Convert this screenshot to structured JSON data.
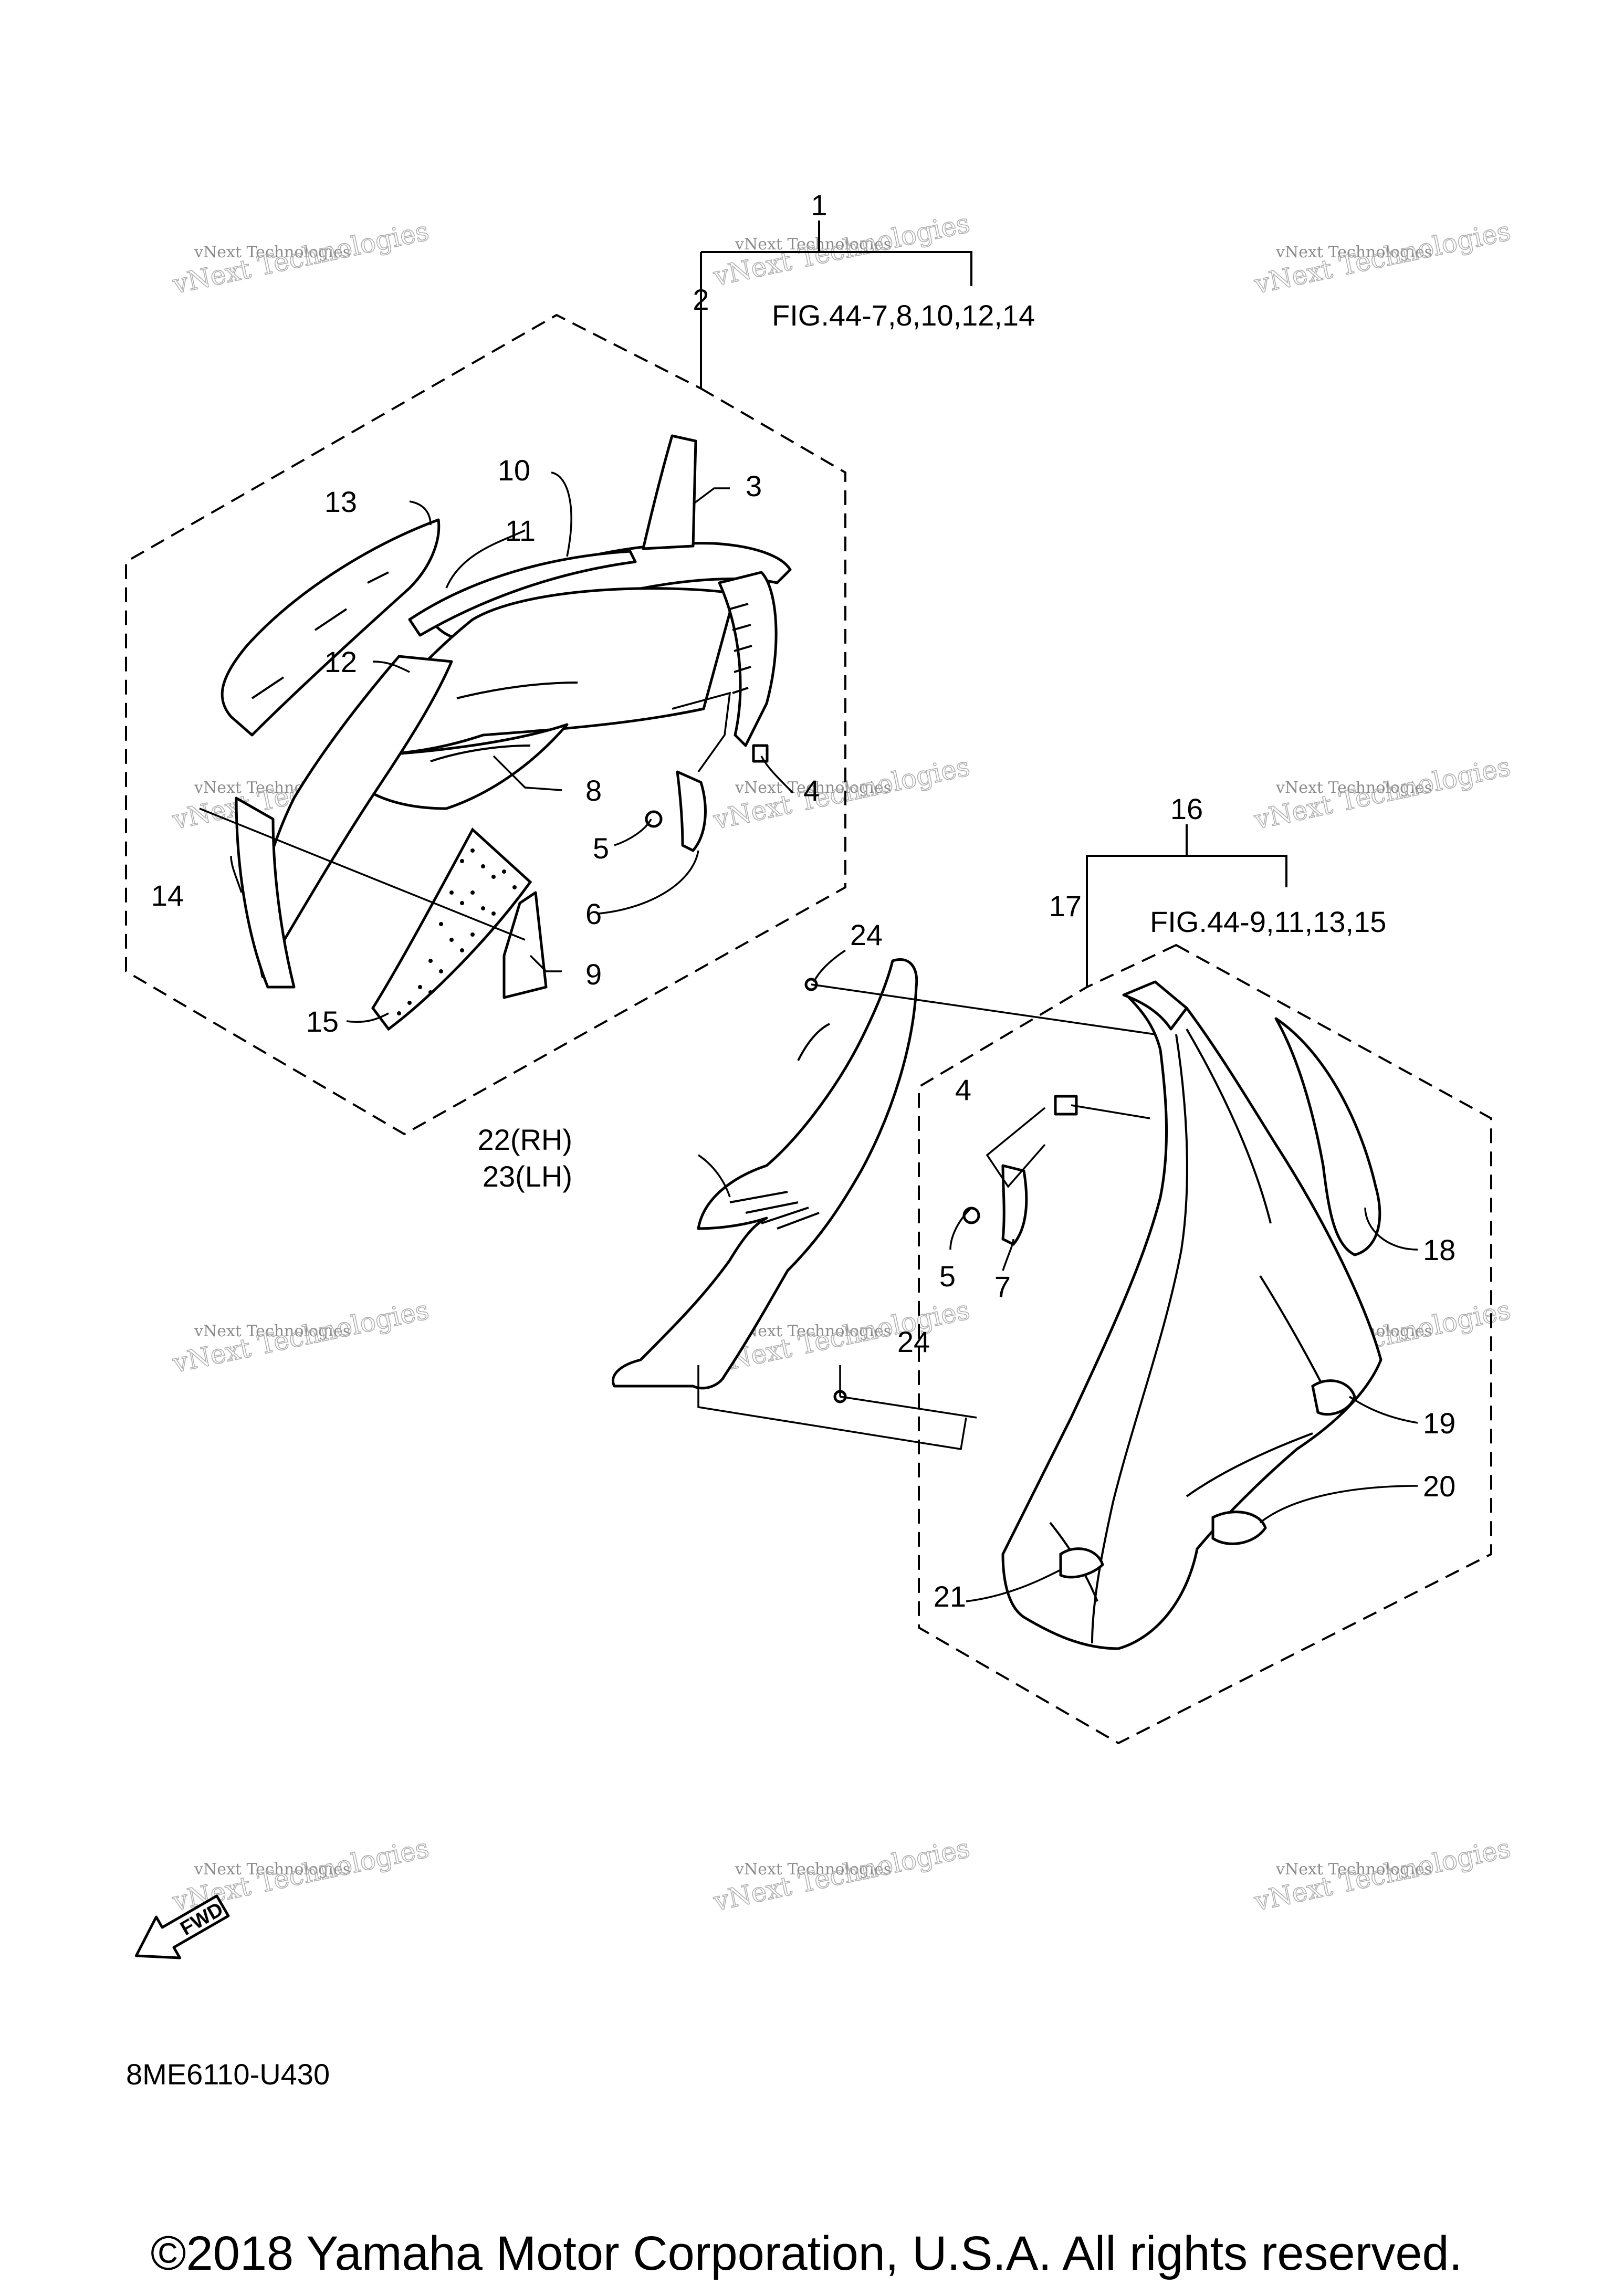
{
  "callouts": {
    "c1": "1",
    "c2": "2",
    "c3": "3",
    "c4a": "4",
    "c5a": "5",
    "c6": "6",
    "c8": "8",
    "c9": "9",
    "c10": "10",
    "c11": "11",
    "c12": "12",
    "c13": "13",
    "c14": "14",
    "c15": "15",
    "c16": "16",
    "c17": "17",
    "c18": "18",
    "c19": "19",
    "c20": "20",
    "c21": "21",
    "c22": "22(RH)",
    "c23": "23(LH)",
    "c24a": "24",
    "c24b": "24",
    "c4b": "4",
    "c5b": "5",
    "c7": "7"
  },
  "fig_refs": {
    "upper": "FIG.44-7,8,10,12,14",
    "lower": "FIG.44-9,11,13,15"
  },
  "fwd_label": "FWD",
  "diagram_code": "8ME6110-U430",
  "watermark": {
    "line1": "vNext Technologies",
    "line2": "vNext Technologies"
  },
  "copyright": "©2018 Yamaha Motor Corporation, U.S.A. All rights reserved."
}
